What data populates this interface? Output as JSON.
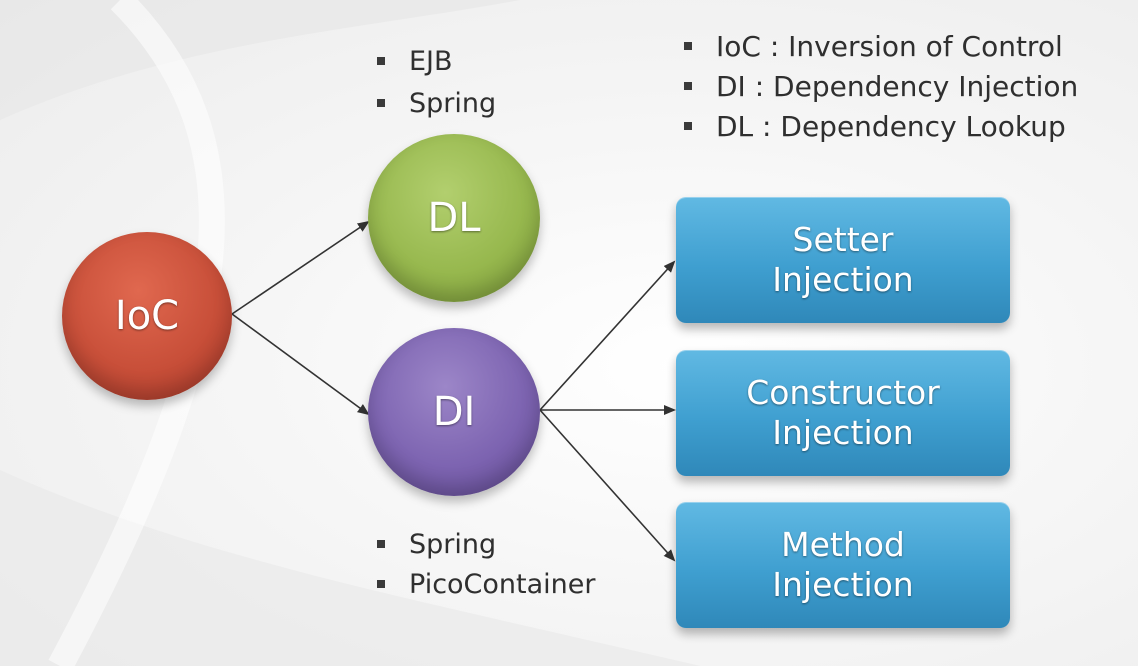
{
  "nodes": {
    "ioc": "IoC",
    "dl": "DL",
    "di": "DI"
  },
  "boxes": {
    "setter": [
      "Setter",
      "Injection"
    ],
    "constructor": [
      "Constructor",
      "Injection"
    ],
    "method": [
      "Method",
      "Injection"
    ]
  },
  "dl_examples": [
    "EJB",
    "Spring"
  ],
  "di_examples": [
    "Spring",
    "PicoContainer"
  ],
  "legend": [
    "IoC : Inversion of Control",
    "DI : Dependency Injection",
    "DL : Dependency Lookup"
  ],
  "colors": {
    "ioc": "#c84f39",
    "dl": "#97b84e",
    "di": "#7d64b1",
    "box": "#3f9fd0",
    "arrow": "#333333"
  }
}
